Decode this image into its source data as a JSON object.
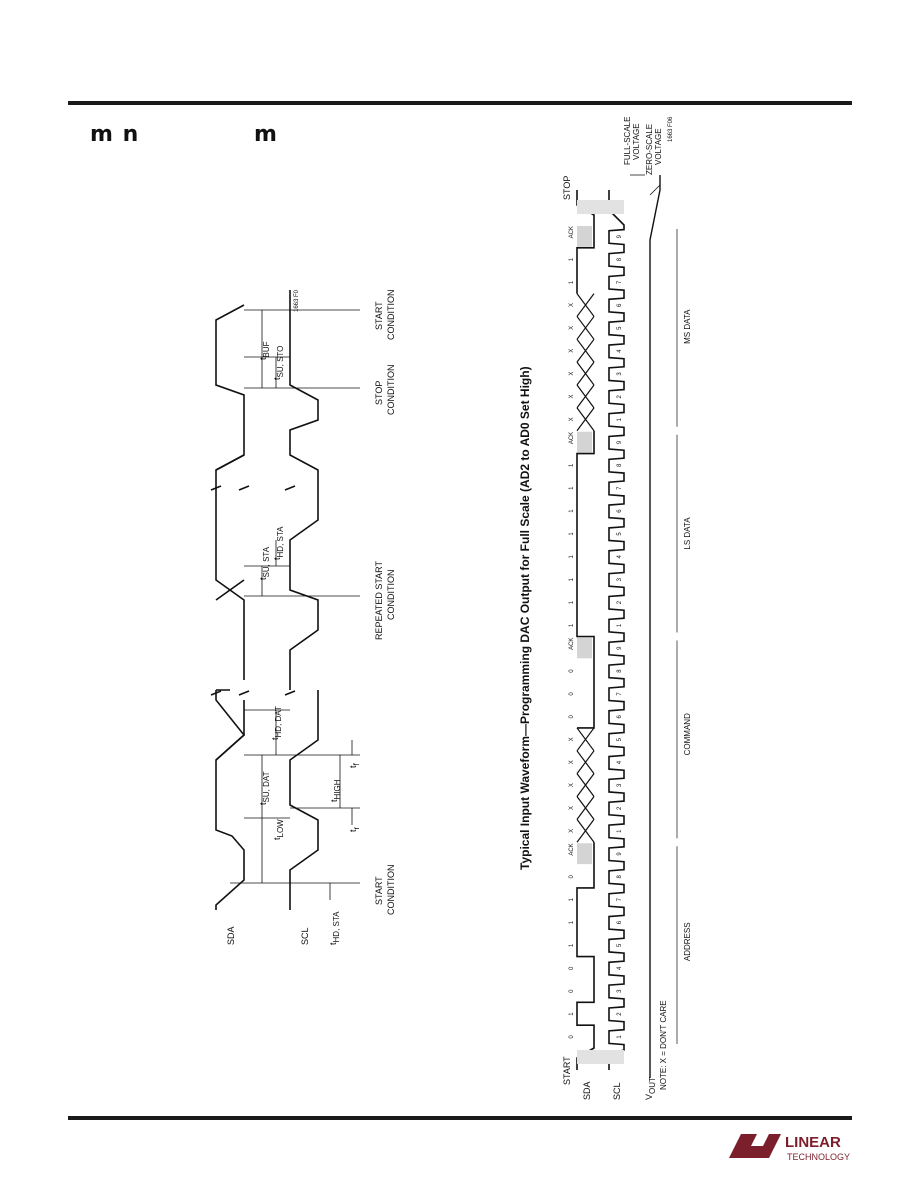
{
  "header": {
    "fragment_left": "m n",
    "fragment_right": "m"
  },
  "timing_diagram": {
    "signals": {
      "sda": "SDA",
      "scl": "SCL"
    },
    "params": {
      "t_hd_sta_left": "t",
      "t_hd_sta_left_sub": "HD, STA",
      "t_low": "t",
      "t_low_sub": "LOW",
      "t_su_dat": "t",
      "t_su_dat_sub": "SU, DAT",
      "t_high": "t",
      "t_high_sub": "HIGH",
      "t_r": "t",
      "t_r_sub": "r",
      "t_f": "t",
      "t_f_sub": "f",
      "t_hd_dat": "t",
      "t_hd_dat_sub": "HD, DAT",
      "t_su_sta": "t",
      "t_su_sta_sub": "SU, STA",
      "t_hd_sta_right": "t",
      "t_hd_sta_right_sub": "HD, STA",
      "t_su_sto": "t",
      "t_su_sto_sub": "SU, STO",
      "t_buf": "t",
      "t_buf_sub": "BUF"
    },
    "conditions": {
      "start_1a": "START",
      "start_1b": "CONDITION",
      "repeated_a": "REPEATED START",
      "repeated_b": "CONDITION",
      "stop_a": "STOP",
      "stop_b": "CONDITION",
      "start_2a": "START",
      "start_2b": "CONDITION"
    },
    "figure_id": "1663 F0"
  },
  "waveform": {
    "title": "Typical Input Waveform—Programming DAC Output for Full Scale (AD2 to AD0 Set High)",
    "labels": {
      "start": "START",
      "stop": "STOP",
      "sda": "SDA",
      "scl": "SCL",
      "vout": "V",
      "vout_sub": "OUT",
      "note": "NOTE: X = DON'T CARE",
      "full_scale_a": "FULL-SCALE",
      "full_scale_b": "VOLTAGE",
      "zero_scale_a": "ZERO-SCALE",
      "zero_scale_b": "VOLTAGE",
      "figure_id": "1663 F06"
    },
    "groups": [
      "ADDRESS",
      "COMMAND",
      "LS DATA",
      "MS DATA"
    ],
    "ack": "ACK",
    "sda_bits": [
      "0",
      "1",
      "0",
      "0",
      "1",
      "1",
      "1",
      "0",
      "ACK",
      "X",
      "X",
      "X",
      "X",
      "X",
      "0",
      "0",
      "0",
      "ACK",
      "1",
      "1",
      "1",
      "1",
      "1",
      "1",
      "1",
      "1",
      "ACK",
      "X",
      "X",
      "X",
      "X",
      "X",
      "X",
      "1",
      "1",
      "ACK"
    ],
    "scl_counts": [
      "1",
      "2",
      "3",
      "4",
      "5",
      "6",
      "7",
      "8",
      "9",
      "1",
      "2",
      "3",
      "4",
      "5",
      "6",
      "7",
      "8",
      "9",
      "1",
      "2",
      "3",
      "4",
      "5",
      "6",
      "7",
      "8",
      "9",
      "1",
      "2",
      "3",
      "4",
      "5",
      "6",
      "7",
      "8",
      "9"
    ]
  },
  "logo": {
    "text_a": "LINEAR",
    "text_b": "TECHNOLOGY"
  }
}
